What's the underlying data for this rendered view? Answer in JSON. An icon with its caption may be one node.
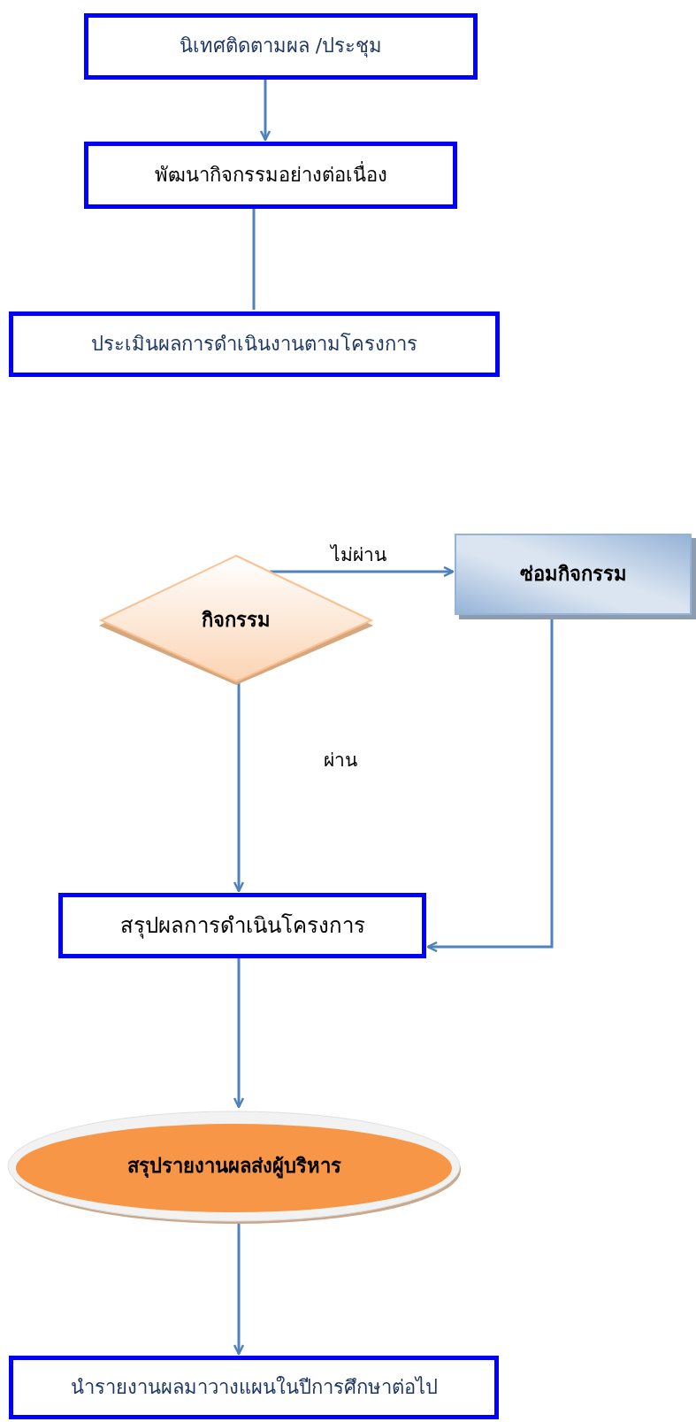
{
  "diagram": {
    "nodes": [
      {
        "text": [
          "นิเทศติดตามผล /ประชุม"
        ]
      },
      {
        "text": [
          "พัฒนากิจกรรมอย่างต่อเนื่อง"
        ]
      },
      {
        "text": [
          "ประเมินผลการดำเนินงานตามโครงการ"
        ]
      },
      {
        "text": [
          "กิจกรรม"
        ]
      },
      {
        "text": [
          "ซ่อมกิจกรรม"
        ]
      },
      {
        "text": [
          "สรุปผลการดำเนินโครงการ"
        ]
      },
      {
        "text": [
          "สรุปรายงานผลส่งผู้บริหาร"
        ]
      },
      {
        "text": [
          "นำรายงานผลมาวางแผนในปีการศึกษาต่อไป"
        ]
      }
    ],
    "edges": [
      {
        "from": 0,
        "to": 1,
        "arrow": "to"
      },
      {
        "from": 1,
        "to": 2,
        "arrow": "none"
      },
      {
        "from": 3,
        "to": 4,
        "arrow": "to",
        "label": "ไม่ผ่าน"
      },
      {
        "from": 3,
        "to": 5,
        "arrow": "to",
        "label": "ผ่าน"
      },
      {
        "from": 4,
        "to": 5,
        "arrow": "to"
      },
      {
        "from": 5,
        "to": 6,
        "arrow": "to"
      },
      {
        "from": 6,
        "to": 7,
        "arrow": "to"
      }
    ]
  }
}
